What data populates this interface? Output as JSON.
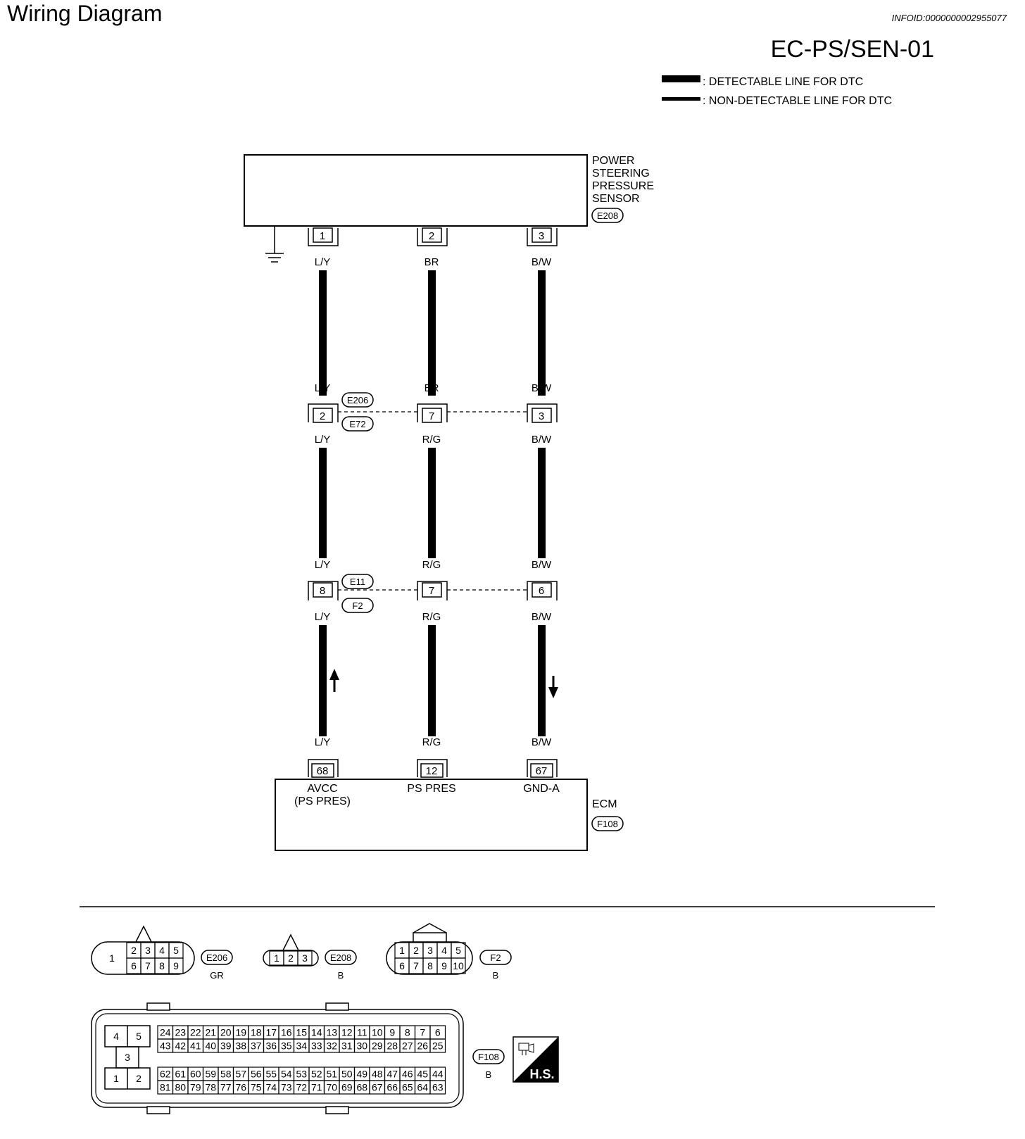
{
  "page": {
    "title": "Wiring Diagram",
    "info_id": "INFOID:0000000002955077",
    "diagram_code": "EC-PS/SEN-01"
  },
  "legend": {
    "detectable": ": DETECTABLE LINE FOR DTC",
    "non_detectable": ": NON-DETECTABLE LINE FOR DTC"
  },
  "sensor": {
    "name_lines": [
      "POWER",
      "STEERING",
      "PRESSURE",
      "SENSOR"
    ],
    "connector": "E208",
    "pins": [
      "1",
      "2",
      "3"
    ],
    "wire_colors": [
      "L/Y",
      "BR",
      "B/W"
    ]
  },
  "joint1": {
    "connector_top": "E206",
    "connector_bottom": "E72",
    "upper_colors": [
      "L/Y",
      "BR",
      "B/W"
    ],
    "pins": [
      "2",
      "7",
      "3"
    ],
    "lower_colors": [
      "L/Y",
      "R/G",
      "B/W"
    ]
  },
  "joint2": {
    "connector_top": "E11",
    "connector_bottom": "F2",
    "upper_colors": [
      "L/Y",
      "R/G",
      "B/W"
    ],
    "pins": [
      "8",
      "7",
      "6"
    ],
    "lower_colors": [
      "L/Y",
      "R/G",
      "B/W"
    ]
  },
  "ecm": {
    "name": "ECM",
    "connector": "F108",
    "wire_colors": [
      "L/Y",
      "R/G",
      "B/W"
    ],
    "pins": [
      "68",
      "12",
      "67"
    ],
    "terminal_labels": [
      "AVCC",
      "PS PRES",
      "GND-A"
    ],
    "terminal_sublabel": "(PS PRES)"
  },
  "connectors": {
    "e206": {
      "name": "E206",
      "color": "GR",
      "big_cell": "1",
      "top": [
        "2",
        "3",
        "4",
        "5"
      ],
      "bottom": [
        "6",
        "7",
        "8",
        "9"
      ]
    },
    "e208": {
      "name": "E208",
      "color": "B",
      "cells": [
        "1",
        "2",
        "3"
      ]
    },
    "f2": {
      "name": "F2",
      "color": "B",
      "top": [
        "1",
        "2",
        "3",
        "4",
        "5"
      ],
      "bottom": [
        "6",
        "7",
        "8",
        "9",
        "10"
      ]
    },
    "f108": {
      "name": "F108",
      "color": "B",
      "left_cells": [
        "4",
        "5",
        "3",
        "1",
        "2"
      ],
      "rows": [
        [
          "24",
          "23",
          "22",
          "21",
          "20",
          "19",
          "18",
          "17",
          "16",
          "15",
          "14",
          "13",
          "12",
          "11",
          "10",
          "9",
          "8",
          "7",
          "6"
        ],
        [
          "43",
          "42",
          "41",
          "40",
          "39",
          "38",
          "37",
          "36",
          "35",
          "34",
          "33",
          "32",
          "31",
          "30",
          "29",
          "28",
          "27",
          "26",
          "25"
        ],
        [
          "62",
          "61",
          "60",
          "59",
          "58",
          "57",
          "56",
          "55",
          "54",
          "53",
          "52",
          "51",
          "50",
          "49",
          "48",
          "47",
          "46",
          "45",
          "44"
        ],
        [
          "81",
          "80",
          "79",
          "78",
          "77",
          "76",
          "75",
          "74",
          "73",
          "72",
          "71",
          "70",
          "69",
          "68",
          "67",
          "66",
          "65",
          "64",
          "63"
        ]
      ],
      "hs_label": "H.S."
    }
  }
}
